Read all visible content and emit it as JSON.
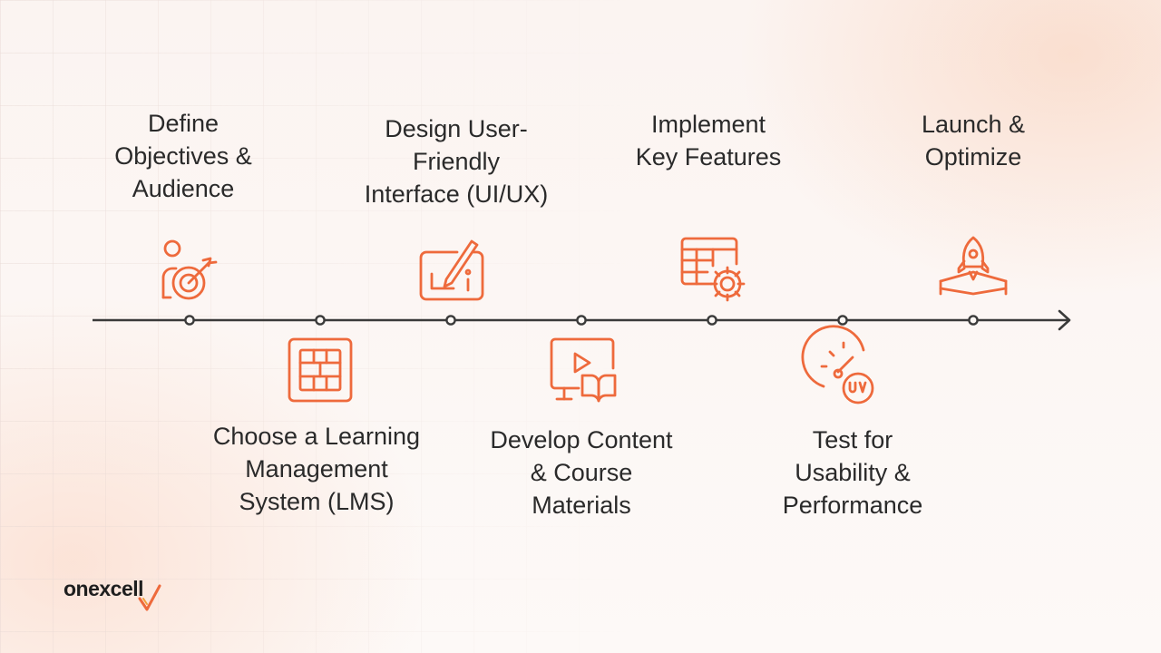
{
  "brand": {
    "name": "onexcell",
    "accent": "#ee6a3c"
  },
  "colors": {
    "accent": "#ee6a3c",
    "line": "#3a3a3a",
    "text": "#2a2a2a"
  },
  "steps": [
    {
      "label": "Define\nObjectives &\nAudience",
      "icon": "person-target-icon"
    },
    {
      "label": "Choose a Learning\nManagement\nSystem (LMS)",
      "icon": "grid-panel-icon"
    },
    {
      "label": "Design User-\nFriendly\nInterface (UI/UX)",
      "icon": "design-tablet-icon"
    },
    {
      "label": "Develop Content\n& Course\nMaterials",
      "icon": "video-book-icon"
    },
    {
      "label": "Implement\nKey Features",
      "icon": "table-gear-icon"
    },
    {
      "label": "Test for\nUsability &\nPerformance",
      "icon": "speedometer-uv-icon"
    },
    {
      "label": "Launch &\nOptimize",
      "icon": "rocket-launch-icon"
    }
  ]
}
